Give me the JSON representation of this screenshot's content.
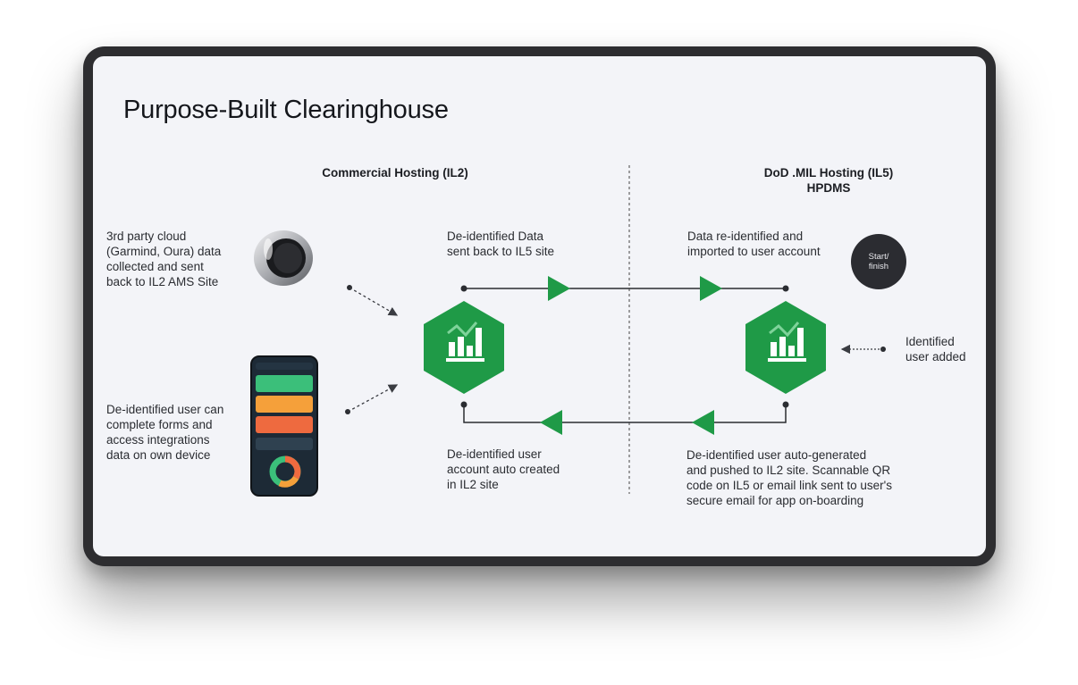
{
  "title": "Purpose-Built Clearinghouse",
  "left_header": "Commercial Hosting (IL2)",
  "right_header_line1": "DoD .MIL Hosting (IL5)",
  "right_header_line2": "HPDMS",
  "third_party": [
    "3rd party cloud",
    "(Garmind, Oura) data",
    "collected and sent",
    "back to IL2 AMS Site"
  ],
  "deidentified_user": [
    "De-identified user can",
    "complete forms and",
    "access integrations",
    "data on own device"
  ],
  "sent_back": [
    "De-identified Data",
    "sent back to IL5 site"
  ],
  "reidentified": [
    "Data re-identified and",
    "imported to user account"
  ],
  "start_finish": [
    "Start/",
    "finish"
  ],
  "identified_user": [
    "Identified",
    "user added"
  ],
  "account_created": [
    "De-identified user",
    "account auto created",
    "in IL2 site"
  ],
  "auto_generated": [
    "De-identified user auto-generated",
    "and pushed to IL2 site. Scannable QR",
    "code on IL5 or email link sent to user's",
    "secure email for app on-boarding"
  ],
  "colors": {
    "accent_green": "#1f9a47",
    "device_frame": "#2d2d30",
    "screen_bg": "#f3f4f8",
    "phone_green": "#3bbf7a",
    "phone_orange": "#f5a03a",
    "phone_red": "#ee6a3f"
  },
  "icons": [
    "smart-ring-image",
    "phone-app-image",
    "hexagon-analytics-logo",
    "arrow-triangle-icon"
  ]
}
